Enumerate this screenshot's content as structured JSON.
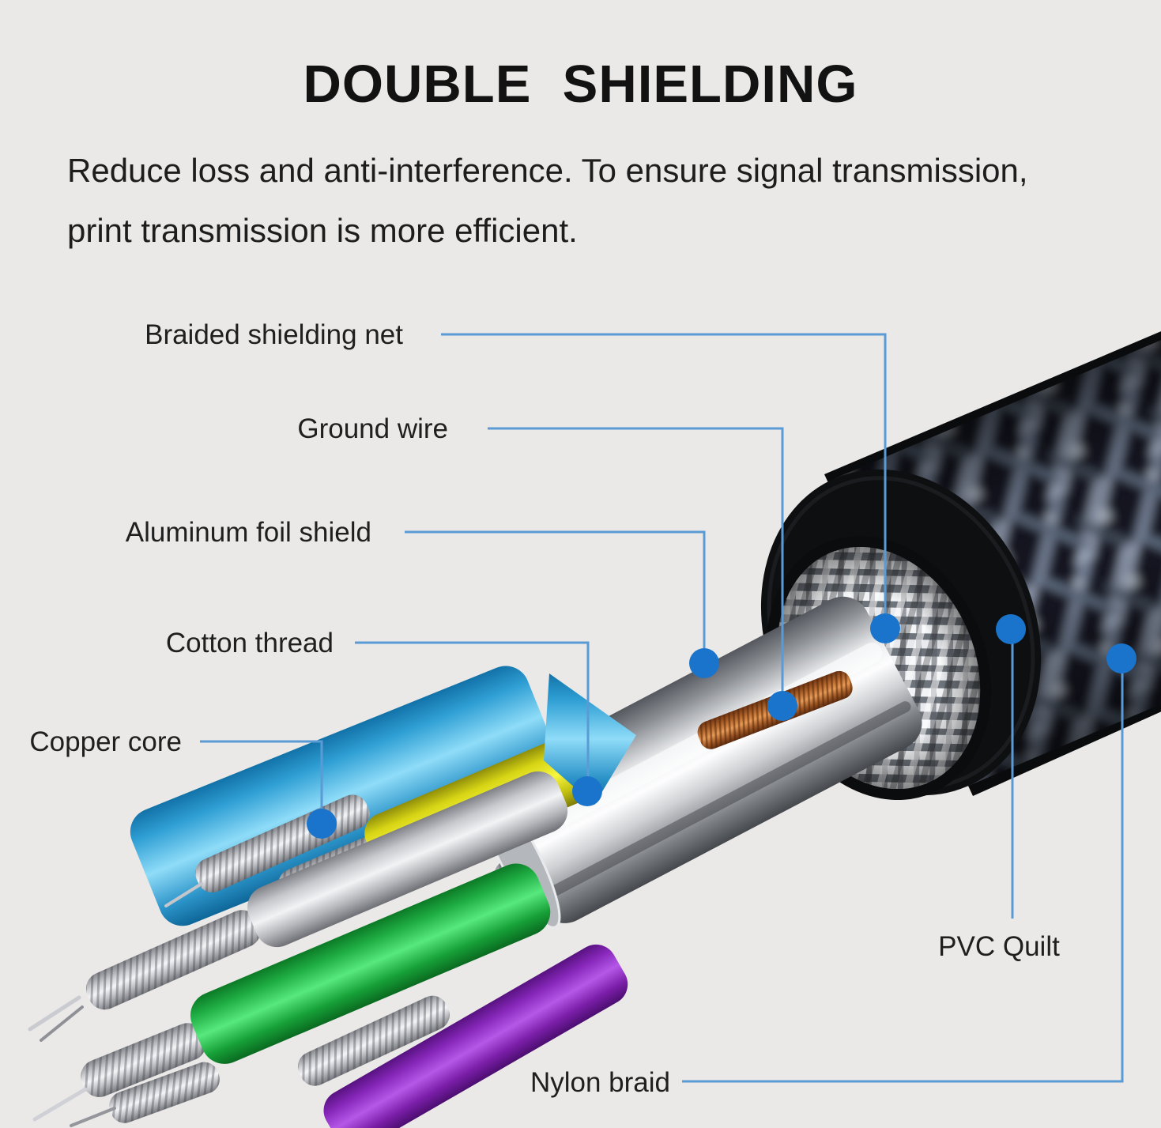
{
  "page": {
    "background": "#eae9e7",
    "text_color": "#1c1c1c"
  },
  "header": {
    "title": "DOUBLE  SHIELDING",
    "description_line1": "Reduce loss and anti-interference. To ensure signal transmission,",
    "description_line2": "print transmission is more efficient."
  },
  "diagram": {
    "line_color": "#5b9bd5",
    "dot_color": "#1b74cb",
    "labels": {
      "braided_shielding_net": "Braided shielding net",
      "ground_wire": "Ground wire",
      "aluminum_foil_shield": "Aluminum foil shield",
      "cotton_thread": "Cotton thread",
      "copper_core": "Copper core",
      "pvc_quilt": "PVC Quilt",
      "nylon_braid": "Nylon braid"
    },
    "cable_part_colors": {
      "nylon_braid_dark": "#141720",
      "nylon_braid_weave": "#93a0b4",
      "pvc_jacket": "#0e0f11",
      "shield_mesh": "#eceef0",
      "aluminum_foil": "#e8eaec",
      "ground_wire_copper": "#b5692f",
      "cotton_wrap_cyan": "#2f9fd4",
      "insulation_gray": "#c6c8cc",
      "insulation_yellow": "#f0ee2e",
      "insulation_green": "#23c253",
      "insulation_red": "#e8250f",
      "insulation_purple": "#9a34d4",
      "copper_core_strands": "#dfe1e5"
    }
  }
}
